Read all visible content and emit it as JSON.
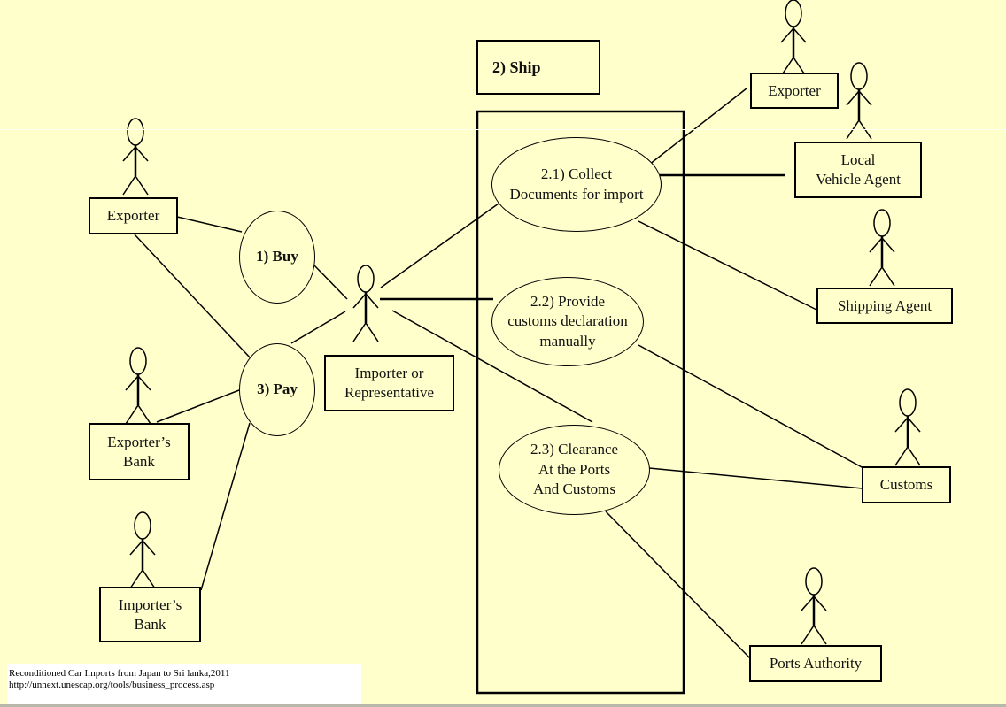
{
  "diagram": {
    "title": "Reconditioned Car Imports – Use Case Diagram",
    "colors": {
      "background": "#FFFFCC",
      "stroke": "#000000",
      "footer_background": "#FFFFFF"
    },
    "system_boundary": {
      "label": "2) Ship"
    },
    "use_cases": [
      {
        "id": "buy",
        "label": "1) Buy",
        "bold": true
      },
      {
        "id": "pay",
        "label": "3) Pay",
        "bold": true
      },
      {
        "id": "collect",
        "label": "2.1) Collect\nDocuments for import",
        "bold": false
      },
      {
        "id": "declare",
        "label": "2.2) Provide\ncustoms declaration\nmanually",
        "bold": false
      },
      {
        "id": "clearance",
        "label": "2.3) Clearance\nAt the Ports\nAnd Customs",
        "bold": false
      }
    ],
    "actors": [
      {
        "id": "exporter_left",
        "label": "Exporter"
      },
      {
        "id": "exporters_bank",
        "label": "Exporter’s\nBank"
      },
      {
        "id": "importers_bank",
        "label": "Importer’s\nBank"
      },
      {
        "id": "importer",
        "label": "Importer  or\nRepresentative"
      },
      {
        "id": "exporter_right",
        "label": "Exporter"
      },
      {
        "id": "local_vehicle_agent",
        "label": "Local\nVehicle Agent"
      },
      {
        "id": "shipping_agent",
        "label": "Shipping Agent"
      },
      {
        "id": "customs",
        "label": "Customs"
      },
      {
        "id": "ports_authority",
        "label": "Ports Authority"
      }
    ],
    "associations": [
      {
        "from": "exporter_left",
        "to": "buy"
      },
      {
        "from": "exporter_left",
        "to": "pay"
      },
      {
        "from": "exporters_bank",
        "to": "pay"
      },
      {
        "from": "importers_bank",
        "to": "pay"
      },
      {
        "from": "importer",
        "to": "buy"
      },
      {
        "from": "importer",
        "to": "pay"
      },
      {
        "from": "importer",
        "to": "collect"
      },
      {
        "from": "importer",
        "to": "declare"
      },
      {
        "from": "importer",
        "to": "clearance"
      },
      {
        "from": "exporter_right",
        "to": "collect"
      },
      {
        "from": "local_vehicle_agent",
        "to": "collect"
      },
      {
        "from": "shipping_agent",
        "to": "collect"
      },
      {
        "from": "customs",
        "to": "declare"
      },
      {
        "from": "customs",
        "to": "clearance"
      },
      {
        "from": "ports_authority",
        "to": "clearance"
      }
    ]
  },
  "footer": {
    "citation": "Reconditioned Car Imports from Japan to Sri lanka,2011",
    "source": "http://unnext.unescap.org/tools/business_process.asp"
  }
}
